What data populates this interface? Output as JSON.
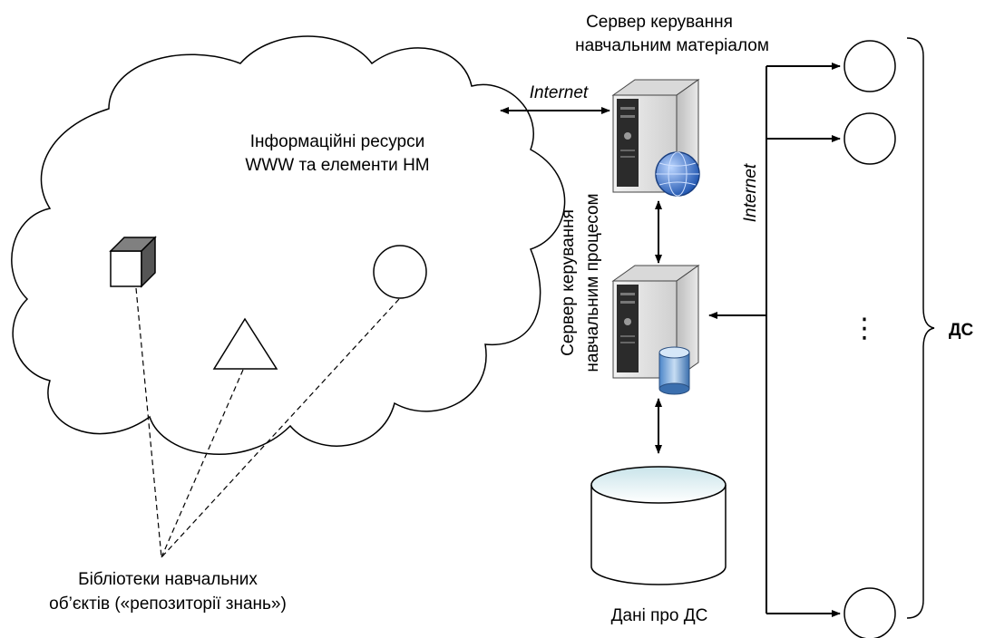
{
  "cloud": {
    "title_line1": "Інформаційні ресурси",
    "title_line2": "WWW та елементи НМ"
  },
  "server_top": {
    "label_line1": "Сервер керування",
    "label_line2": "навчальним матеріалом"
  },
  "server_mid": {
    "label_line1": "Сервер керування",
    "label_line2": "навчальним процесом"
  },
  "database": {
    "label": "Дані про ДС"
  },
  "library": {
    "label_line1": "Бібліотеки навчальних",
    "label_line2": "об’єктів («репозиторії знань»)"
  },
  "links": {
    "internet_horizontal": "Internet",
    "internet_vertical": "Internet"
  },
  "clients": {
    "group_label": "ДС",
    "ellipsis": "⋮"
  },
  "colors": {
    "stroke": "#000000",
    "server_body": "#e6e6e6",
    "server_dark": "#303030",
    "globe": "#2f6fcf",
    "db_top": "#dff1f5",
    "cube_side": "#707070"
  }
}
